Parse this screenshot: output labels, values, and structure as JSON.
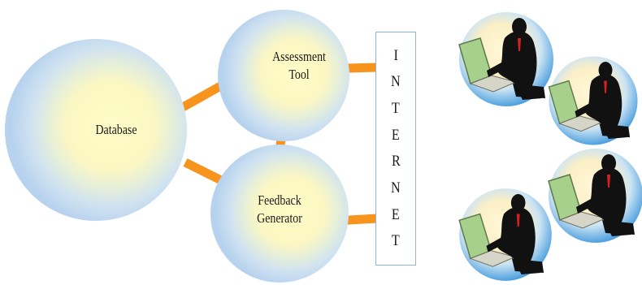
{
  "nodes": {
    "database": "Database",
    "assessment_line1": "Assessment",
    "assessment_line2": "Tool",
    "feedback_line1": "Feedback",
    "feedback_line2": "Generator"
  },
  "internet_letters": [
    "I",
    "N",
    "T",
    "E",
    "R",
    "N",
    "E",
    "T"
  ],
  "colors": {
    "connector": "#f7941d",
    "circle_outer": "#bfd8ee",
    "circle_inner": "#fdfbc4",
    "box_border": "#8fb4d8",
    "user_circle_outer": "#5aa9e6",
    "user_circle_inner": "#fff3c8",
    "laptop": "#a8d08d",
    "suit": "#111111",
    "tie": "#d62020"
  },
  "users": [
    "user-top-left",
    "user-top-right",
    "user-bottom-right",
    "user-bottom-left"
  ]
}
